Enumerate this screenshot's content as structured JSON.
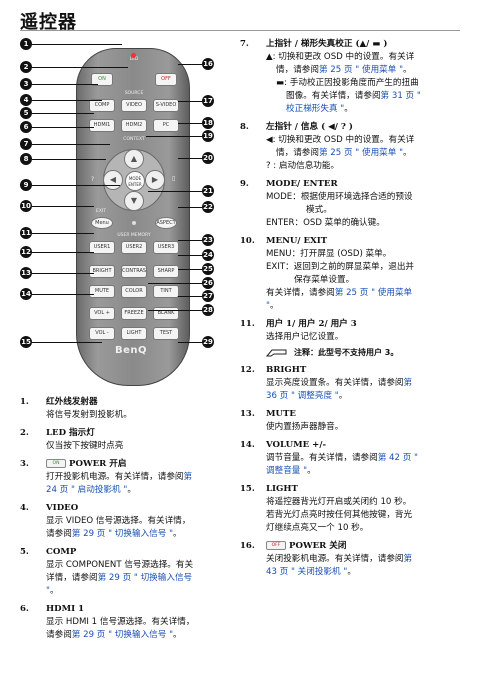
{
  "page_title": "遥控器",
  "remote": {
    "led_label": "LED",
    "btn_on": "ON",
    "btn_off": "OFF",
    "source_label": "SOURCE",
    "btn_comp": "COMP",
    "btn_video": "VIDEO",
    "btn_sv": "S-VIDEO",
    "btn_hdmi1": "HDMI1",
    "btn_hdmi2": "HDMI2",
    "btn_pc": "PC",
    "context_label": "CONTEXT",
    "center_key": "MODE ENTER",
    "exit_label": "EXIT",
    "btn_menu": "Menu",
    "btn_aspect": "ASPECT",
    "user_memory": "USER MEMORY",
    "btn_user1": "USER1",
    "btn_user2": "USER2",
    "btn_user3": "USER3",
    "btn_bright": "BRIGHT",
    "btn_contrast": "CONTRAST",
    "btn_sharp": "SHARP",
    "btn_mute": "MUTE",
    "btn_color": "COLOR",
    "btn_tint": "TINT",
    "btn_vol_up": "VOL +",
    "btn_freeze": "FREEZE",
    "btn_blank": "BLANK",
    "btn_vol_down": "VOL -",
    "btn_light": "LIGHT",
    "btn_test": "TEST",
    "logo": "BenQ"
  },
  "callouts": [
    "1",
    "2",
    "3",
    "4",
    "5",
    "6",
    "7",
    "8",
    "9",
    "10",
    "11",
    "12",
    "13",
    "14",
    "15",
    "16",
    "17",
    "18",
    "19",
    "20",
    "21",
    "22",
    "23",
    "24",
    "25",
    "26",
    "27",
    "28",
    "29"
  ],
  "left_items": [
    {
      "num": "1.",
      "head": "红外线发射器",
      "lines": [
        "将信号发射到投影机。"
      ]
    },
    {
      "num": "2.",
      "head": "LED 指示灯",
      "lines": [
        "仅当按下按键时点亮"
      ]
    },
    {
      "num": "3.",
      "head": "POWER 开启",
      "mini": "ON",
      "l1": "打开投影机电源。有关详情，请参阅",
      "l1link": "第",
      "l2link": "24 页 \" 启动投影机 \"",
      "l2": "。"
    },
    {
      "num": "4.",
      "head": "VIDEO",
      "l1": "显示 VIDEO 信号源选择。有关详情，",
      "l2": "请参阅",
      "l2link": "第 29 页 \" 切换输入信号 \"",
      "l2end": "。"
    },
    {
      "num": "5.",
      "head": "COMP",
      "l1": "显示 COMPONENT 信号源选择。有关",
      "l2": "详情，请参阅",
      "l2link": "第 29 页 \" 切换输入信号",
      "l3": "\"",
      "l3end": "。"
    },
    {
      "num": "6.",
      "head": "HDMI 1",
      "l1": "显示 HDMI 1 信号源选择。有关详情，",
      "l2": "请参阅",
      "l2link": "第 29 页 \" 切换输入信号 \"",
      "l2end": "。"
    }
  ],
  "right_items": {
    "i7": {
      "num": "7.",
      "head": "上指针 / 梯形失真校正 (▲/ ▬ )",
      "a1": "▲: 切换和更改 OSD 中的设置。有关详",
      "a2": "情，请参阅",
      "a2link": "第 25 页 \" 使用菜单 \"",
      "a2end": "。",
      "b1": ": 手动校正因投影角度而产生的扭曲",
      "b2": "图像。有关详情，请参阅",
      "b2link": "第 31 页 \"",
      "b3link": "校正梯形失真 \"",
      "b3end": "。"
    },
    "i8": {
      "num": "8.",
      "head": "左指针 / 信息 ( ◀/ ? )",
      "a1": "◀: 切换和更改 OSD 中的设置。有关详",
      "a2": "情，请参阅",
      "a2link": "第 25 页 \" 使用菜单 \"",
      "a2end": "。",
      "b1": "? : 启动信息功能。"
    },
    "i9": {
      "num": "9.",
      "head": "MODE/ ENTER",
      "a1": "MODE：根据使用环境选择合适的预设",
      "a2": "模式。",
      "a3": "ENTER：OSD 菜单的确认键。"
    },
    "i10": {
      "num": "10.",
      "head": "MENU/ EXIT",
      "a1": "MENU：打开屏显 (OSD) 菜单。",
      "a2": "EXIT：返回到之前的屏显菜单，退出并",
      "a3": "保存菜单设置。",
      "a4": "有关详情，请参阅",
      "a4link": "第 25 页 \" 使用菜单",
      "a5link": "\"",
      "a5end": "。"
    },
    "i11": {
      "num": "11.",
      "head": "用户 1/ 用户 2/ 用户 3",
      "a1": "选择用户记忆设置。",
      "note": "注释：此型号不支持用户 3。"
    },
    "i12": {
      "num": "12.",
      "head": "BRIGHT",
      "a1": "显示亮度设置条。有关详情，请参阅",
      "a1link": "第",
      "a2link": "36 页 \" 调整亮度 \"",
      "a2end": "。"
    },
    "i13": {
      "num": "13.",
      "head": "MUTE",
      "a1": "使内置扬声器静音。"
    },
    "i14": {
      "num": "14.",
      "head": "VOLUME +/-",
      "a1": "调节音量。有关详情，请参阅",
      "a1link": "第 42 页 \"",
      "a2link": "调整音量 \"",
      "a2end": "。"
    },
    "i15": {
      "num": "15.",
      "head": "LIGHT",
      "a1": "将遥控器背光灯开启或关闭约 10 秒。",
      "a2": "若背光灯点亮时按任何其他按键，背光",
      "a3": "灯继续点亮又一个 10 秒。"
    },
    "i16": {
      "num": "16.",
      "head": "POWER 关闭",
      "mini": "OFF",
      "a1": "关闭投影机电源。有关详情，请参阅",
      "a1link": "第",
      "a2link": "43 页 \" 关闭投影机 \"",
      "a2end": "。"
    }
  }
}
